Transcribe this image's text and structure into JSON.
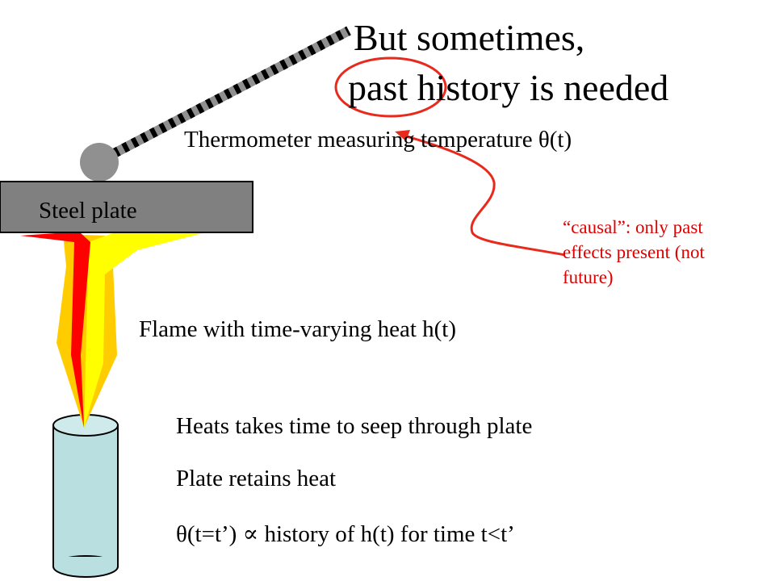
{
  "title": {
    "line1": "But sometimes,",
    "line2": "past history is needed"
  },
  "labels": {
    "thermometer": "Thermometer measuring temperature θ(t)",
    "steel_plate": "Steel plate",
    "flame": "Flame with time-varying heat h(t)"
  },
  "annotation": {
    "lines": [
      "“causal”: only past",
      "effects present (not",
      "future)"
    ]
  },
  "notes": {
    "line1": "Heats takes time to seep through plate",
    "line2": "Plate retains heat",
    "line3": "θ(t=t’) ∝ history of h(t) for time t<t’"
  },
  "colors": {
    "plate": "#808080",
    "thermometer": "#909090",
    "flame_red": "#ff0000",
    "flame_yellow": "#ffff00",
    "flame_orange": "#ffcc00",
    "burner": "#b9dfe0",
    "annotation": "#e00000"
  }
}
